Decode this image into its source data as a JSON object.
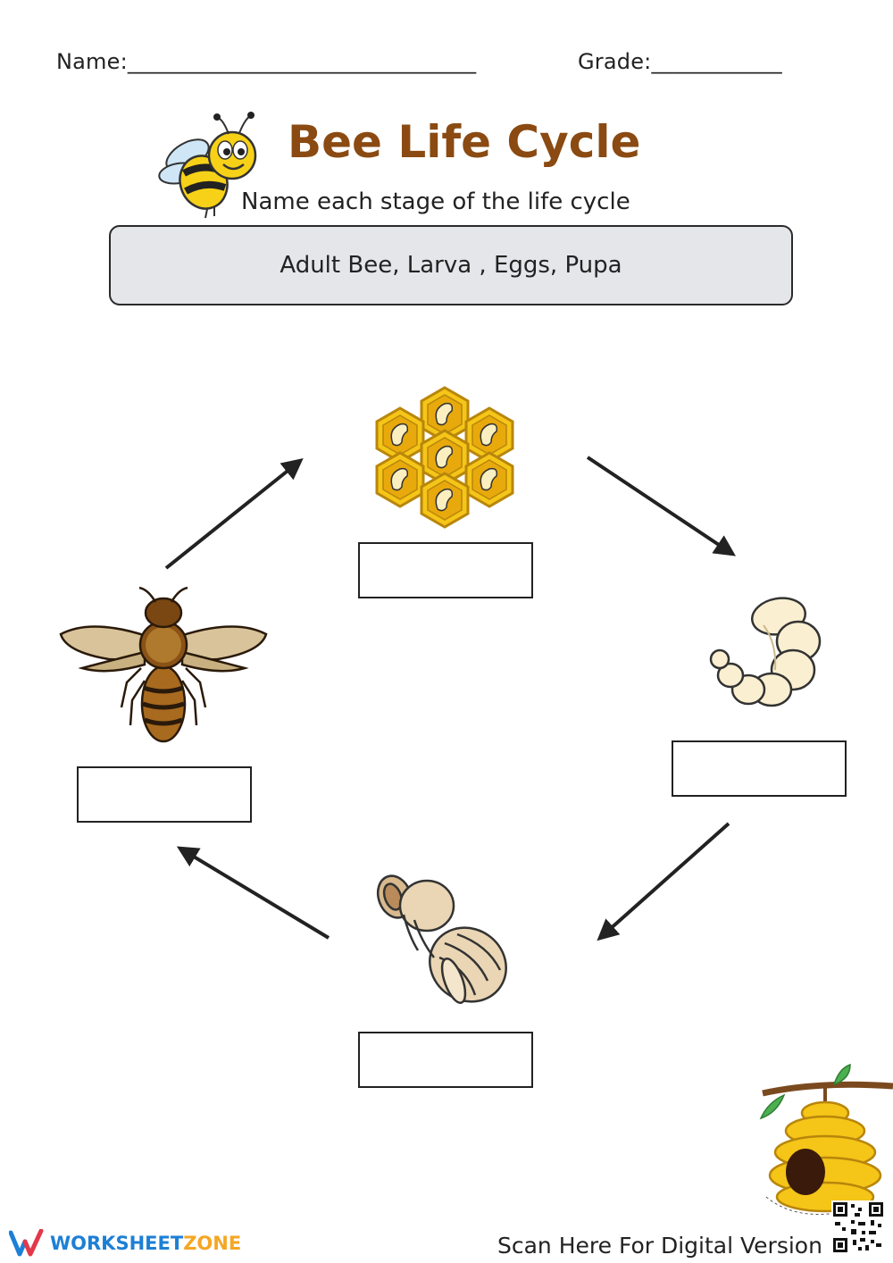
{
  "header": {
    "name_label": "Name:________________________________",
    "grade_label": "Grade:____________"
  },
  "title": "Bee Life Cycle",
  "subtitle": "Name each stage of the life cycle",
  "word_bank": "Adult Bee, Larva , Eggs, Pupa",
  "stages": [
    {
      "image": "honeycomb-eggs-image",
      "answer": ""
    },
    {
      "image": "larva-image",
      "answer": ""
    },
    {
      "image": "pupa-image",
      "answer": ""
    },
    {
      "image": "adult-bee-image",
      "answer": ""
    }
  ],
  "footer": {
    "brand_worksheet": "WORKSHEET",
    "brand_zone": "ZONE",
    "scan_text": "Scan Here For Digital Version"
  },
  "colors": {
    "title": "#8a4a12",
    "honey": "#f5c518",
    "brand_blue": "#1d7fd6",
    "brand_orange": "#f5a623",
    "word_bank_bg": "#e5e6ea"
  }
}
